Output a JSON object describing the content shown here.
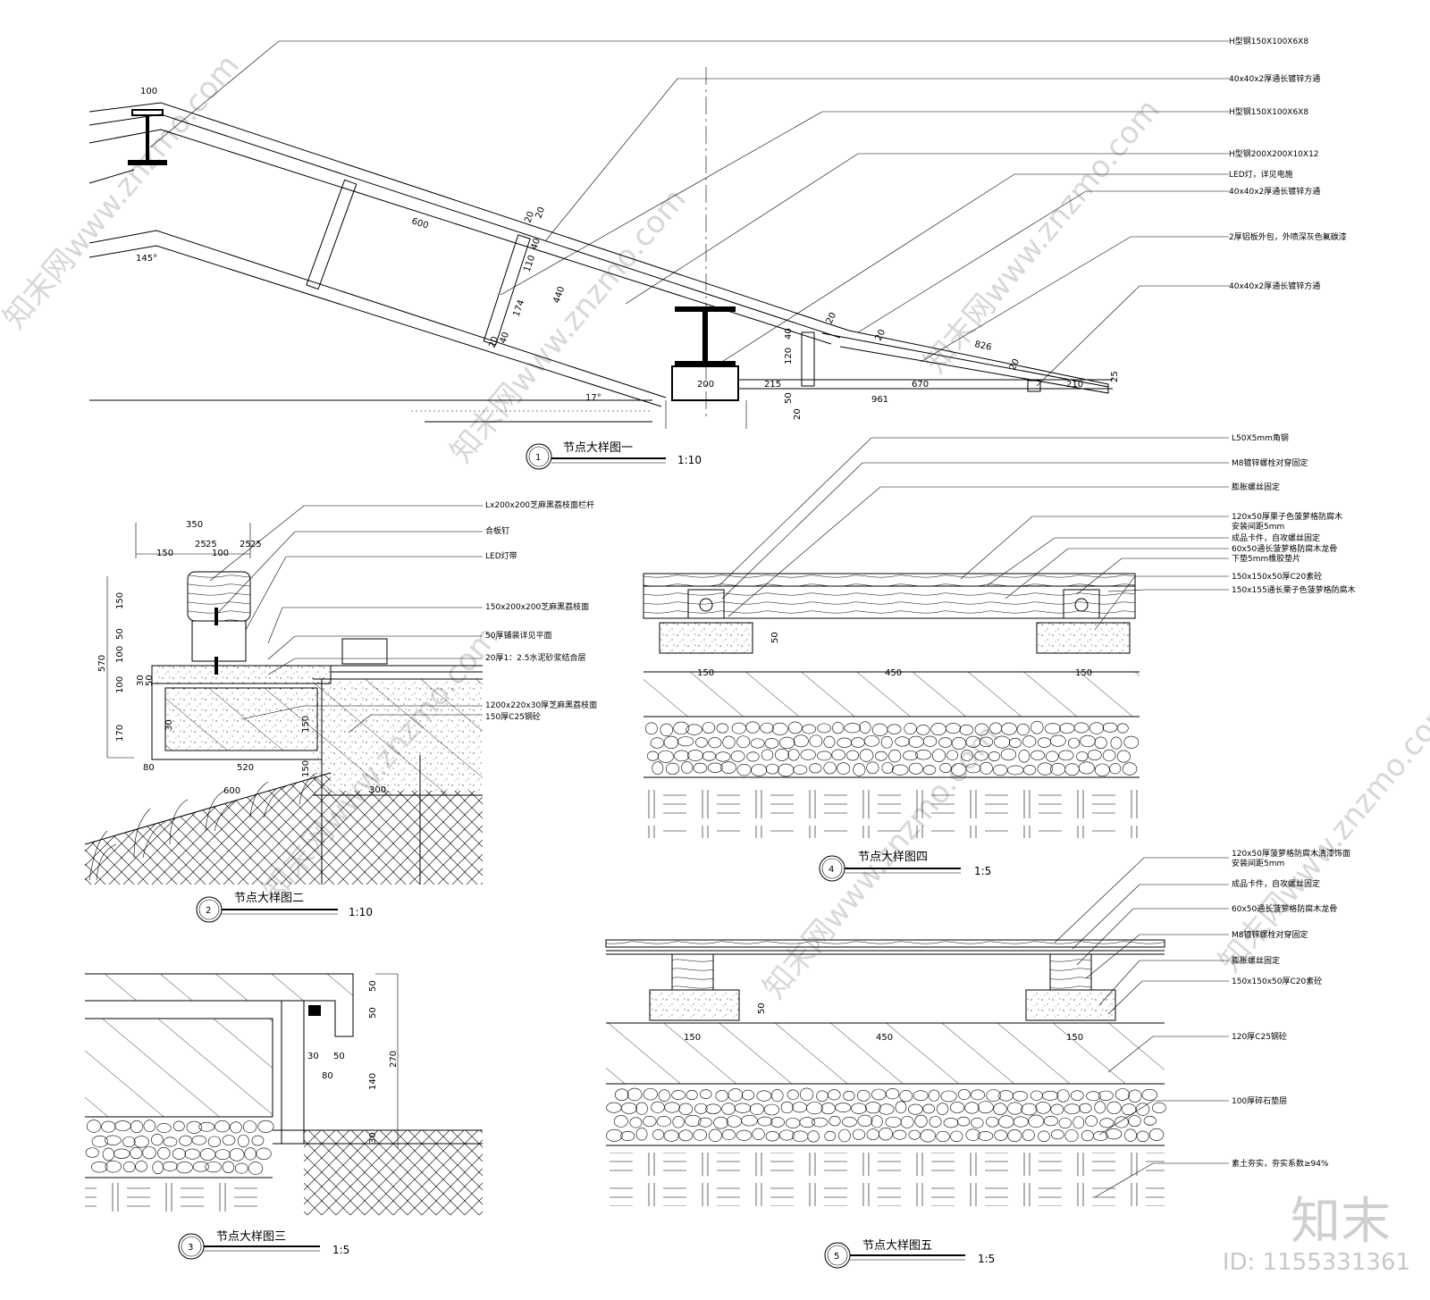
{
  "labels_d1": [
    "H型钢150X100X6X8",
    "40x40x2厚通长镀锌方通",
    "H型钢150X100X6X8",
    "H型钢200X200X10X12",
    "LED灯，详见电施",
    "40x40x2厚通长镀锌方通",
    "2厚铝板外包，外喷深灰色氟碳漆",
    "40x40x2厚通长镀锌方通"
  ],
  "dims_d1": [
    "100",
    "600",
    "145°",
    "20",
    "20",
    "40",
    "110",
    "174",
    "440",
    "40",
    "20",
    "17°",
    "200",
    "215",
    "40",
    "120",
    "20",
    "670",
    "20",
    "826",
    "20",
    "210",
    "961",
    "25",
    "50",
    "20"
  ],
  "title_d1": {
    "num": "1",
    "name": "节点大样图一",
    "scale": "1:10"
  },
  "labels_d2": [
    "Lx200x200芝麻黑荔枝面栏杆",
    "合板钉",
    "LED灯带",
    "150x200x200芝麻黑荔枝面",
    "50厚铺装详见平面",
    "20厚1：2.5水泥砂浆结合层",
    "1200x220x30厚芝麻黑荔枝面",
    "150厚C25钢砼"
  ],
  "dims_d2": [
    "350",
    "150",
    "25",
    "25",
    "100",
    "25",
    "25",
    "150",
    "50",
    "100",
    "570",
    "100",
    "170",
    "30",
    "30",
    "50",
    "80",
    "520",
    "600",
    "150",
    "150",
    "300"
  ],
  "title_d2": {
    "num": "2",
    "name": "节点大样图二",
    "scale": "1:10"
  },
  "labels_d4": [
    "L50X5mm角钢",
    "M8镀锌螺栓对穿固定",
    "膨胀螺丝固定",
    "120x50厚栗子色菠萝格防腐木",
    "安装间距5mm",
    "成品卡件，自攻螺丝固定",
    "60x50通长菠萝格防腐木龙骨",
    "下垫5mm橡胶垫片",
    "150x150x50厚C20素砼",
    "150x155通长栗子色菠萝格防腐木"
  ],
  "dims_d4": [
    "50",
    "150",
    "450",
    "150"
  ],
  "title_d4": {
    "num": "4",
    "name": "节点大样图四",
    "scale": "1:5"
  },
  "dims_d3": [
    "50",
    "50",
    "270",
    "30",
    "50",
    "80",
    "140",
    "30"
  ],
  "title_d3": {
    "num": "3",
    "name": "节点大样图三",
    "scale": "1:5"
  },
  "labels_d5": [
    "120x50厚菠萝格防腐木清漆饰面",
    "安装间距5mm",
    "成品卡件，自攻螺丝固定",
    "60x50通长菠萝格防腐木龙骨",
    "M8镀锌螺栓对穿固定",
    "膨胀螺丝固定",
    "150x150x50厚C20素砼",
    "120厚C25钢砼",
    "100厚碎石垫层",
    "素土夯实，夯实系数≥94%"
  ],
  "dims_d5": [
    "50",
    "150",
    "450",
    "150"
  ],
  "title_d5": {
    "num": "5",
    "name": "节点大样图五",
    "scale": "1:5"
  },
  "watermark": "知末网www.znzmo.com",
  "brand": "知末",
  "image_id": "ID: 1155331361"
}
